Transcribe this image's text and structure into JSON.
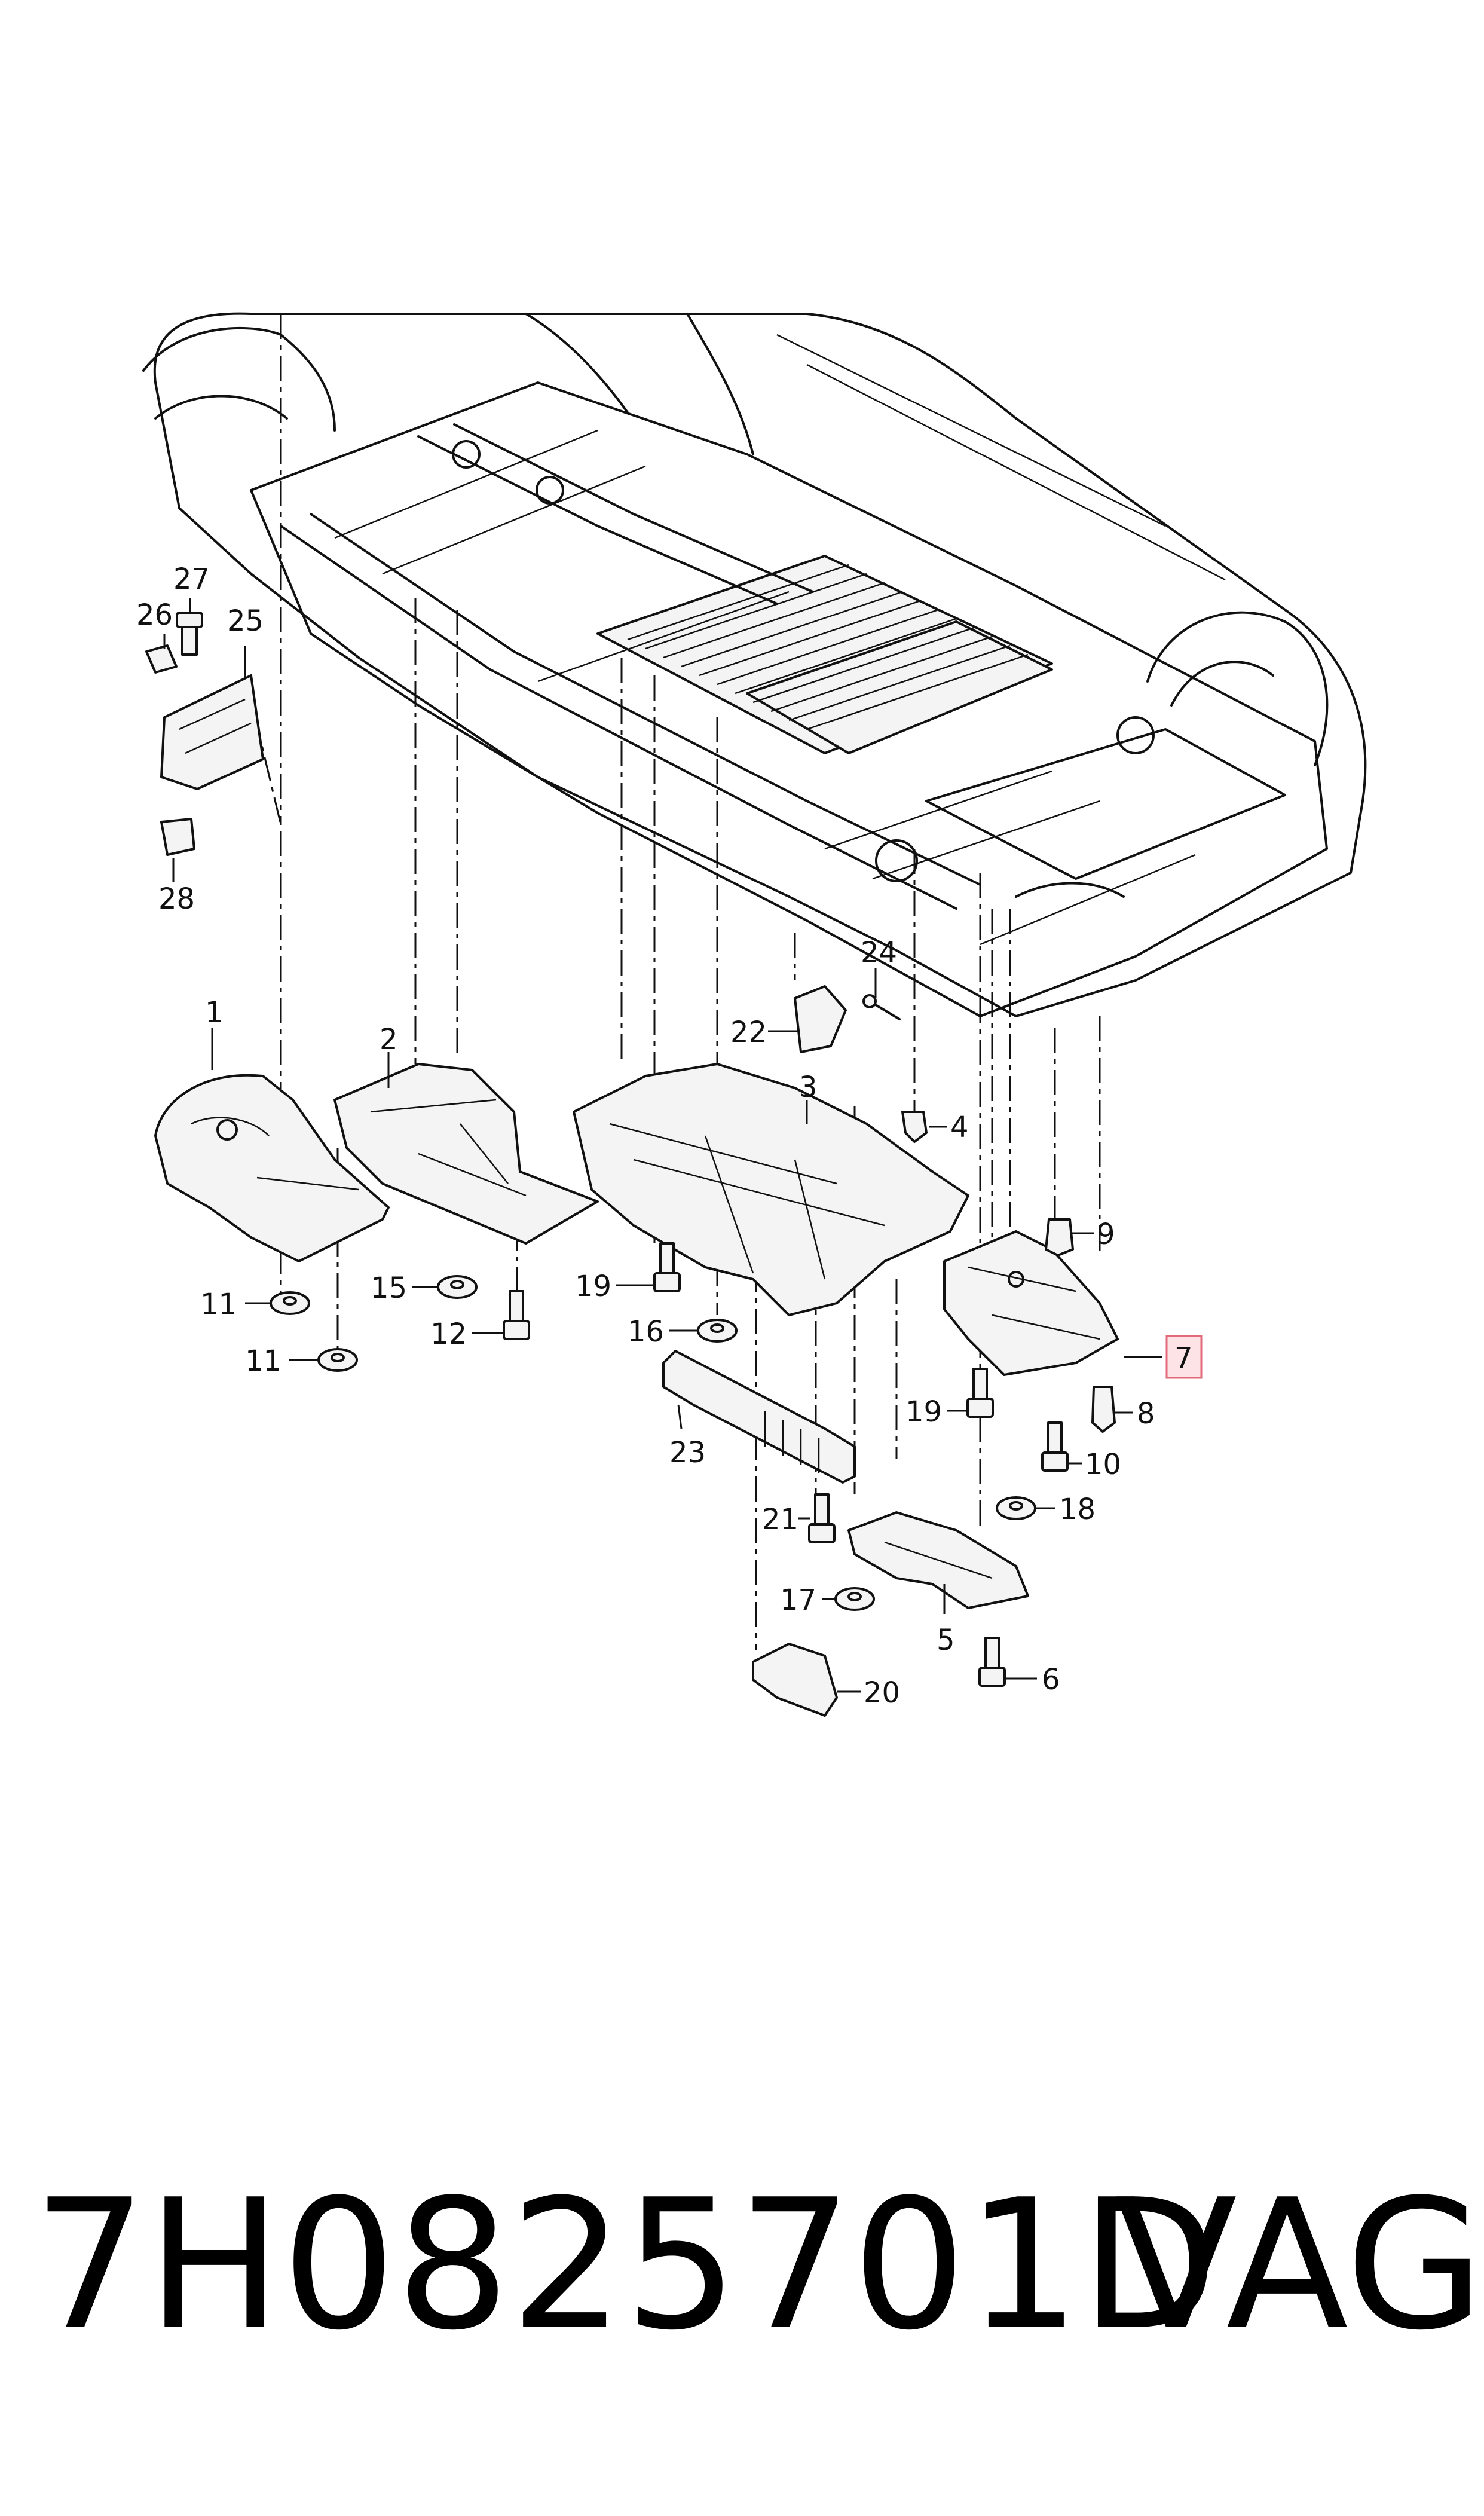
{
  "diagram": {
    "callouts": [
      {
        "id": "c1",
        "text": "1"
      },
      {
        "id": "c2",
        "text": "2"
      },
      {
        "id": "c3",
        "text": "3"
      },
      {
        "id": "c4",
        "text": "4"
      },
      {
        "id": "c5",
        "text": "5"
      },
      {
        "id": "c6",
        "text": "6"
      },
      {
        "id": "c7",
        "text": "7",
        "highlighted": true
      },
      {
        "id": "c8",
        "text": "8"
      },
      {
        "id": "c9",
        "text": "9"
      },
      {
        "id": "c10",
        "text": "10"
      },
      {
        "id": "c11a",
        "text": "11"
      },
      {
        "id": "c11b",
        "text": "11"
      },
      {
        "id": "c12",
        "text": "12"
      },
      {
        "id": "c15",
        "text": "15"
      },
      {
        "id": "c16",
        "text": "16"
      },
      {
        "id": "c17",
        "text": "17"
      },
      {
        "id": "c18",
        "text": "18"
      },
      {
        "id": "c19a",
        "text": "19"
      },
      {
        "id": "c19b",
        "text": "19"
      },
      {
        "id": "c20",
        "text": "20"
      },
      {
        "id": "c21",
        "text": "21"
      },
      {
        "id": "c22",
        "text": "22"
      },
      {
        "id": "c23",
        "text": "23"
      },
      {
        "id": "c24",
        "text": "24"
      },
      {
        "id": "c25",
        "text": "25"
      },
      {
        "id": "c26",
        "text": "26"
      },
      {
        "id": "c27",
        "text": "27"
      },
      {
        "id": "c28",
        "text": "28"
      }
    ],
    "highlight_color": "#e26a7a"
  },
  "footer": {
    "part_number": "7H0825701D",
    "brand": "VAG"
  }
}
